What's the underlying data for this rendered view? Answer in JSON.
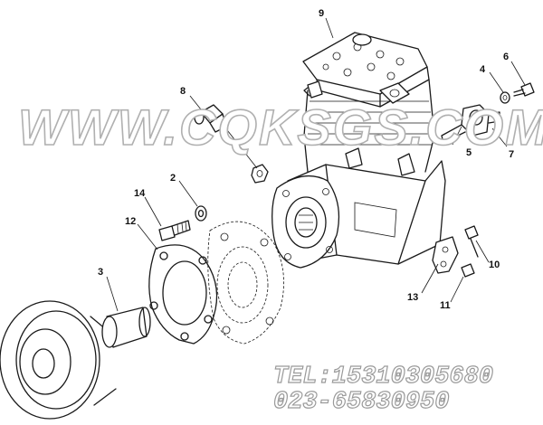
{
  "callouts": [
    "9",
    "8",
    "4",
    "6",
    "2",
    "14",
    "12",
    "5",
    "7",
    "3",
    "10",
    "13",
    "11"
  ],
  "watermark": "WWW.CQKSGS.COM",
  "contact": {
    "line1": "TEL:15310305680",
    "line2": "023-65830950"
  },
  "colors": {
    "line": "#1a1a1a",
    "watermark_outline": "#b0b0b0",
    "background": "#ffffff"
  }
}
